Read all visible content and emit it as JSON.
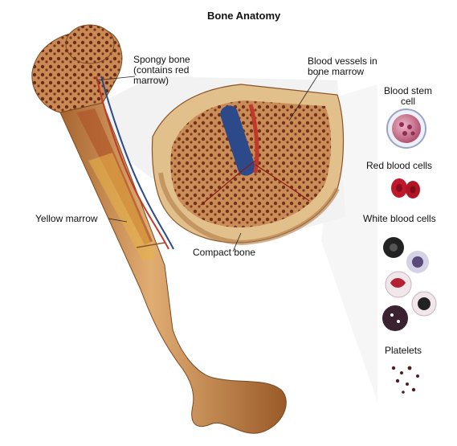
{
  "title": "Bone Anatomy",
  "labels": {
    "spongy_bone": [
      "Spongy bone",
      "(contains red",
      "marrow)"
    ],
    "blood_vessels": [
      "Blood vessels in",
      "bone marrow"
    ],
    "blood_stem_cell": [
      "Blood stem",
      "cell"
    ],
    "red_blood_cells": "Red blood cells",
    "white_blood_cells": "White blood cells",
    "platelets": "Platelets",
    "yellow_marrow": "Yellow marrow",
    "compact_bone": "Compact bone"
  },
  "colors": {
    "bone": "#c78a4e",
    "bone_dark": "#8a4f24",
    "spongy": "#7a2e1a",
    "artery": "#c0392b",
    "vein": "#2c4a8a",
    "red_cell": "#c0182a"
  }
}
